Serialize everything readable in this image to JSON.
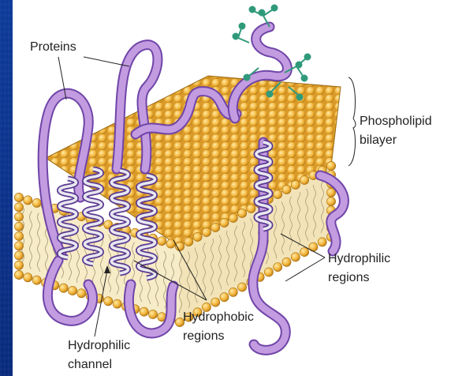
{
  "labels": {
    "proteins": "Proteins",
    "phospholipid_line1": "Phospholipid",
    "phospholipid_line2": "bilayer",
    "hydrophilic_regions_line1": "Hydrophilic",
    "hydrophilic_regions_line2": "regions",
    "hydrophobic_regions_line1": "Hydrophobic",
    "hydrophobic_regions_line2": "regions",
    "hydrophilic_channel_line1": "Hydrophilic",
    "hydrophilic_channel_line2": "channel"
  },
  "colors": {
    "background": "#0b2f86",
    "panel": "#ffffff",
    "lipid_head": "#f2b63c",
    "lipid_core": "#f7ecc8",
    "protein": "#b58fd6",
    "protein_dark": "#6f45a8",
    "carbohydrate": "#2f9a7a"
  }
}
